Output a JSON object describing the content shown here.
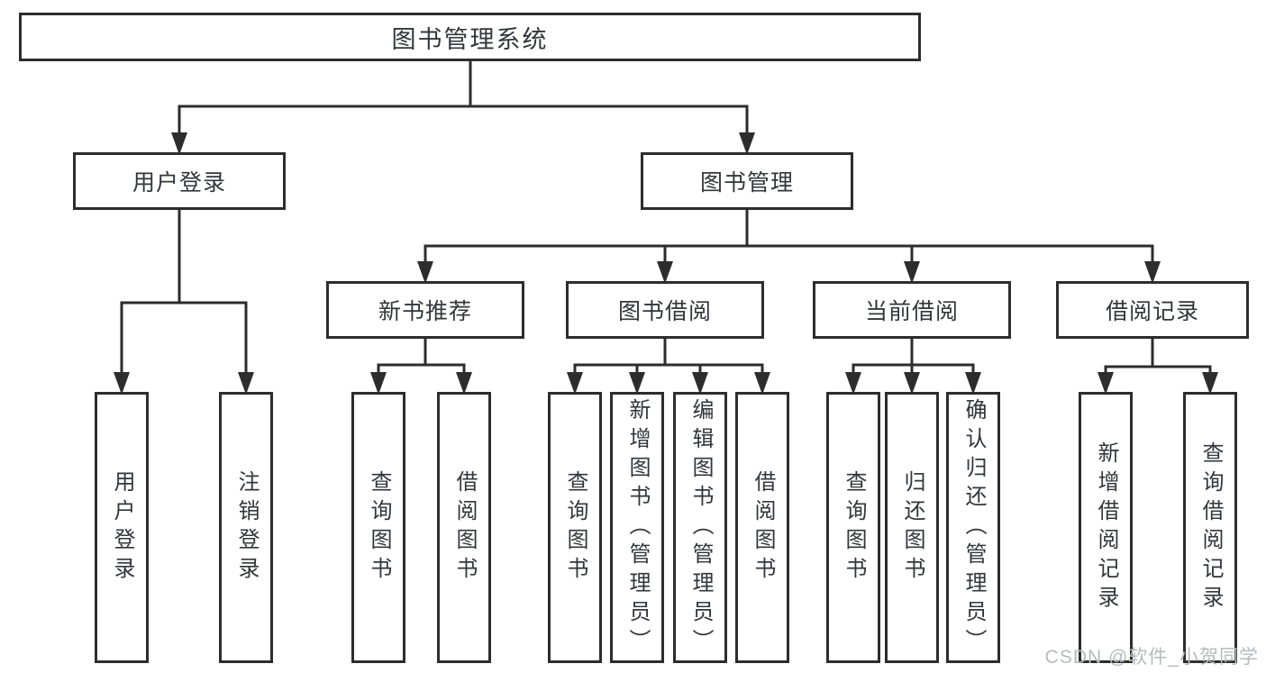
{
  "diagram_type": "hierarchy-tree",
  "colors": {
    "line": "#2d2d2d",
    "box_border": "#2d2d2d",
    "text": "#33363a",
    "background": "#ffffff",
    "watermark": "#b7babd"
  },
  "tree": {
    "label": "图书管理系统",
    "children": [
      {
        "label": "用户登录",
        "children": [
          {
            "label": "用户登录"
          },
          {
            "label": "注销登录"
          }
        ]
      },
      {
        "label": "图书管理",
        "children": [
          {
            "label": "新书推荐",
            "children": [
              {
                "label": "查询图书"
              },
              {
                "label": "借阅图书"
              }
            ]
          },
          {
            "label": "图书借阅",
            "children": [
              {
                "label": "查询图书"
              },
              {
                "label": "新增图书（管理员）"
              },
              {
                "label": "编辑图书（管理员）"
              },
              {
                "label": "借阅图书"
              }
            ]
          },
          {
            "label": "当前借阅",
            "children": [
              {
                "label": "查询图书"
              },
              {
                "label": "归还图书"
              },
              {
                "label": "确认归还（管理员）"
              }
            ]
          },
          {
            "label": "借阅记录",
            "children": [
              {
                "label": "新增借阅记录"
              },
              {
                "label": "查询借阅记录"
              }
            ]
          }
        ]
      }
    ]
  },
  "watermark": {
    "text": "CSDN @软件_小贺同学"
  }
}
